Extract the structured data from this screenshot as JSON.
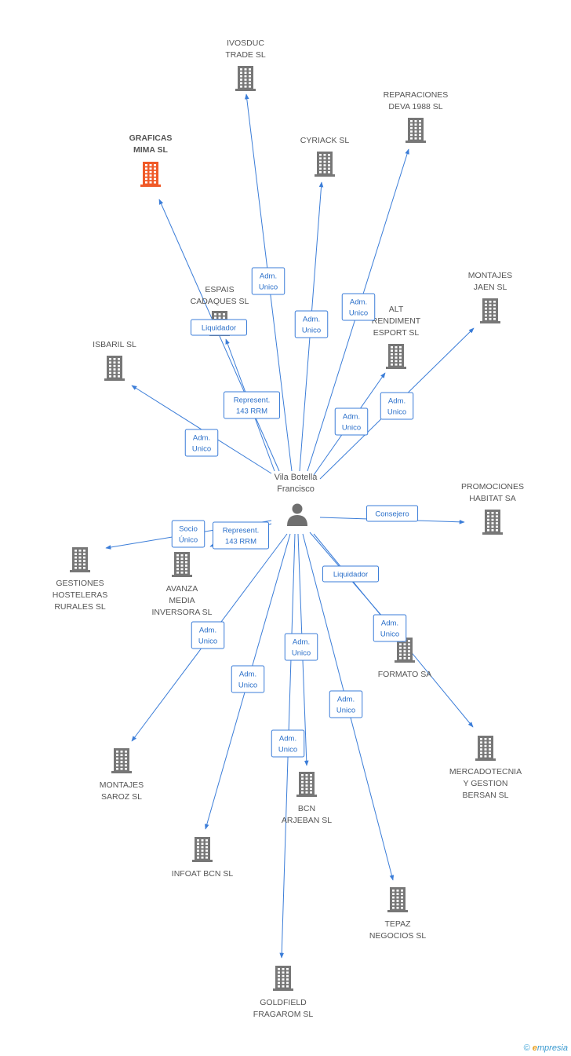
{
  "person": {
    "name_line1": "Vila Botella",
    "name_line2": "Francisco"
  },
  "companies": [
    {
      "id": "ivosduc",
      "lines": [
        "IVOSDUC",
        "TRADE SL"
      ],
      "color": "#777777"
    },
    {
      "id": "graficas",
      "lines": [
        "GRAFICAS",
        "MIMA SL"
      ],
      "color": "#f05a28",
      "highlight": true
    },
    {
      "id": "reparaciones",
      "lines": [
        "REPARACIONES",
        "DEVA 1988 SL"
      ],
      "color": "#777777"
    },
    {
      "id": "cyriack",
      "lines": [
        "CYRIACK SL"
      ],
      "color": "#777777"
    },
    {
      "id": "montajes_jaen",
      "lines": [
        "MONTAJES",
        "JAEN SL"
      ],
      "color": "#777777"
    },
    {
      "id": "espais",
      "lines": [
        "ESPAIS",
        "CADAQUES SL"
      ],
      "color": "#777777"
    },
    {
      "id": "alt",
      "lines": [
        "ALT",
        "RENDIMENT",
        "ESPORT SL"
      ],
      "color": "#777777"
    },
    {
      "id": "isbaril",
      "lines": [
        "ISBARIL SL"
      ],
      "color": "#777777"
    },
    {
      "id": "promociones",
      "lines": [
        "PROMOCIONES",
        "HABITAT SA"
      ],
      "color": "#777777"
    },
    {
      "id": "gestiones",
      "lines": [
        "GESTIONES",
        "HOSTELERAS",
        "RURALES SL"
      ],
      "color": "#777777"
    },
    {
      "id": "avanza",
      "lines": [
        "AVANZA",
        "MEDIA",
        "INVERSORA SL"
      ],
      "color": "#777777"
    },
    {
      "id": "formato",
      "lines": [
        "FORMATO SA"
      ],
      "color": "#777777"
    },
    {
      "id": "mercadotecnia",
      "lines": [
        "MERCADOTECNIA",
        "Y GESTION",
        "BERSAN SL"
      ],
      "color": "#777777"
    },
    {
      "id": "montajes_saroz",
      "lines": [
        "MONTAJES",
        "SAROZ SL"
      ],
      "color": "#777777"
    },
    {
      "id": "bcn",
      "lines": [
        "BCN",
        "ARJEBAN SL"
      ],
      "color": "#777777"
    },
    {
      "id": "infoat",
      "lines": [
        "INFOAT BCN SL"
      ],
      "color": "#777777"
    },
    {
      "id": "tepaz",
      "lines": [
        "TEPAZ",
        "NEGOCIOS SL"
      ],
      "color": "#777777"
    },
    {
      "id": "goldfield",
      "lines": [
        "GOLDFIELD",
        "FRAGAROM SL"
      ],
      "color": "#777777"
    }
  ],
  "edges": [
    {
      "to": "ivosduc",
      "label": [
        "Adm.",
        "Unico"
      ]
    },
    {
      "to": "graficas",
      "label": [
        "Liquidador"
      ]
    },
    {
      "to": "reparaciones",
      "label": [
        "Adm.",
        "Unico"
      ]
    },
    {
      "to": "cyriack",
      "label": [
        "Adm.",
        "Unico"
      ]
    },
    {
      "to": "montajes_jaen",
      "label": [
        "Adm.",
        "Unico"
      ]
    },
    {
      "to": "espais",
      "label": [
        "Represent.",
        "143 RRM"
      ]
    },
    {
      "to": "alt",
      "label": [
        "Adm.",
        "Unico"
      ]
    },
    {
      "to": "isbaril",
      "label": [
        "Adm.",
        "Unico"
      ]
    },
    {
      "to": "promociones",
      "label": [
        "Consejero"
      ]
    },
    {
      "to": "gestiones",
      "label": [
        "Socio",
        "Único"
      ]
    },
    {
      "to": "avanza",
      "label": [
        "Represent.",
        "143 RRM"
      ]
    },
    {
      "to": "formato",
      "label": [
        "Liquidador"
      ]
    },
    {
      "to": "mercadotecnia",
      "label": [
        "Adm.",
        "Unico"
      ]
    },
    {
      "to": "montajes_saroz",
      "label": [
        "Adm.",
        "Unico"
      ]
    },
    {
      "to": "bcn",
      "label": [
        "Adm.",
        "Unico"
      ]
    },
    {
      "to": "infoat",
      "label": [
        "Adm.",
        "Unico"
      ]
    },
    {
      "to": "tepaz",
      "label": [
        "Adm.",
        "Unico"
      ]
    },
    {
      "to": "goldfield",
      "label": [
        "Adm.",
        "Unico"
      ]
    }
  ],
  "brand": {
    "copyright": "©",
    "e": "e",
    "rest": "mpresia"
  }
}
